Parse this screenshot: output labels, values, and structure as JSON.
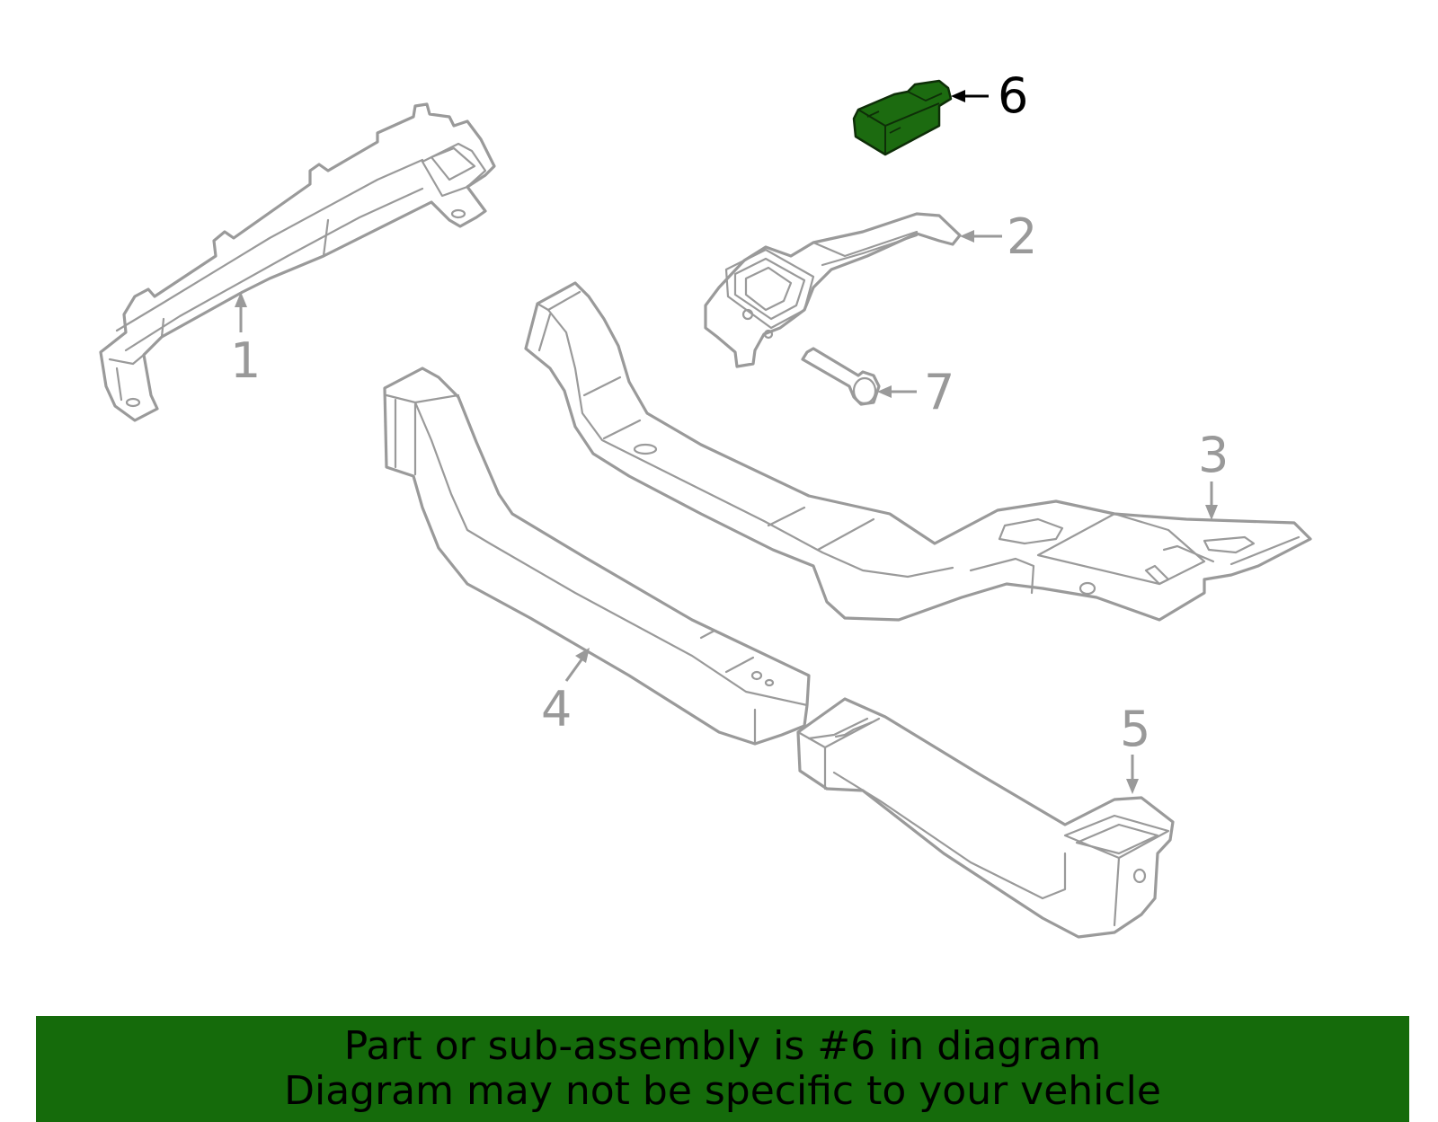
{
  "colors": {
    "highlight": "#1c6b10",
    "banner": "#156b0b",
    "part_stroke": "#9a9a9a",
    "callout_inactive": "#999999",
    "callout_active": "#000000"
  },
  "callouts": [
    {
      "id": "1",
      "label": "1",
      "active": false
    },
    {
      "id": "2",
      "label": "2",
      "active": false
    },
    {
      "id": "3",
      "label": "3",
      "active": false
    },
    {
      "id": "4",
      "label": "4",
      "active": false
    },
    {
      "id": "5",
      "label": "5",
      "active": false
    },
    {
      "id": "6",
      "label": "6",
      "active": true
    },
    {
      "id": "7",
      "label": "7",
      "active": false
    }
  ],
  "banner": {
    "line1": "Part or sub-assembly is #6 in diagram",
    "line2": "Diagram may not be specific to your vehicle"
  }
}
